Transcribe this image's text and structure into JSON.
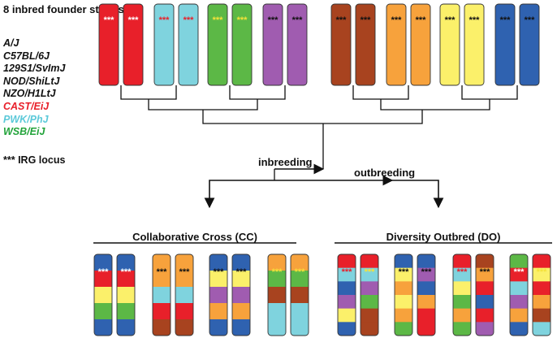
{
  "legend": {
    "title": "8 inbred founder strains:",
    "strains": [
      {
        "name": "A/J",
        "color": "#111111"
      },
      {
        "name": "C57BL/6J",
        "color": "#111111"
      },
      {
        "name": "129S1/SvImJ",
        "color": "#111111"
      },
      {
        "name": "NOD/ShiLtJ",
        "color": "#111111"
      },
      {
        "name": "NZO/H1LtJ",
        "color": "#111111"
      },
      {
        "name": "CAST/EiJ",
        "color": "#e8202a"
      },
      {
        "name": "PWK/PhJ",
        "color": "#5cc9d9"
      },
      {
        "name": "WSB/EiJ",
        "color": "#22a33a"
      }
    ],
    "irg_note": "*** IRG locus"
  },
  "labels": {
    "inbreeding": "inbreeding",
    "outbreeding": "outbreeding"
  },
  "sections": {
    "cc_title": "Collaborative Cross (CC)",
    "do_title": "Diversity Outbred (DO)"
  },
  "colors": {
    "red": "#e8202a",
    "cyan": "#7fd3de",
    "green": "#5cb846",
    "purple": "#a05cb0",
    "brown": "#a8431f",
    "orange": "#f7a23c",
    "yellow": "#fbf06a",
    "blue": "#2f62b0"
  },
  "irg_marker": "***",
  "founders": [
    {
      "fill": "red",
      "star": "#ffffff"
    },
    {
      "fill": "cyan",
      "star": "#e8202a"
    },
    {
      "fill": "green",
      "star": "#f4e23a"
    },
    {
      "fill": "purple",
      "star": "#111111"
    },
    {
      "fill": "brown",
      "star": "#111111"
    },
    {
      "fill": "orange",
      "star": "#111111"
    },
    {
      "fill": "yellow",
      "star": "#111111"
    },
    {
      "fill": "blue",
      "star": "#111111"
    }
  ],
  "cc_pairs": [
    {
      "segments": [
        "blue",
        "red",
        "yellow",
        "green",
        "blue"
      ],
      "star": "#ffffff"
    },
    {
      "segments": [
        "orange",
        "orange",
        "cyan",
        "red",
        "brown"
      ],
      "star": "#111111"
    },
    {
      "segments": [
        "blue",
        "yellow",
        "purple",
        "orange",
        "blue"
      ],
      "star": "#111111"
    },
    {
      "segments": [
        "orange",
        "green",
        "brown",
        "cyan",
        "cyan"
      ],
      "star": "#f4e23a"
    }
  ],
  "do_pairs": [
    {
      "left": {
        "segments": [
          "red",
          "cyan",
          "blue",
          "purple",
          "yellow",
          "blue"
        ],
        "star": "#e8202a"
      },
      "right": {
        "segments": [
          "red",
          "cyan",
          "purple",
          "green",
          "brown",
          "brown"
        ],
        "star": "#f4e23a"
      }
    },
    {
      "left": {
        "segments": [
          "blue",
          "yellow",
          "orange",
          "yellow",
          "orange",
          "green"
        ],
        "star": "#111111"
      },
      "right": {
        "segments": [
          "blue",
          "purple",
          "blue",
          "orange",
          "red",
          "red"
        ],
        "star": "#111111"
      }
    },
    {
      "left": {
        "segments": [
          "red",
          "cyan",
          "yellow",
          "green",
          "orange",
          "green"
        ],
        "star": "#e8202a"
      },
      "right": {
        "segments": [
          "brown",
          "orange",
          "red",
          "blue",
          "red",
          "purple"
        ],
        "star": "#111111"
      }
    },
    {
      "left": {
        "segments": [
          "green",
          "red",
          "cyan",
          "purple",
          "orange",
          "blue"
        ],
        "star": "#ffffff"
      },
      "right": {
        "segments": [
          "red",
          "yellow",
          "red",
          "orange",
          "brown",
          "cyan"
        ],
        "star": "#f4e23a"
      }
    }
  ]
}
